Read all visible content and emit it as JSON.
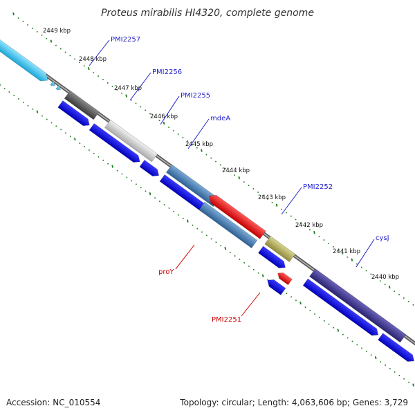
{
  "title": "Proteus mirabilis HI4320, complete genome",
  "footer": {
    "accession": "Accession: NC_010554",
    "summary": "Topology: circular; Length: 4,063,606 bp; Genes: 3,729"
  },
  "colors": {
    "backbone": "#7a7a7a",
    "tick": "#1f7a1f",
    "label_blue": "#2222cc",
    "label_red": "#cc0000",
    "cds": "#1515dd"
  },
  "kbp_ticks": [
    {
      "kbp": 2449,
      "label": "2449 kbp"
    },
    {
      "kbp": 2448,
      "label": "2448 kbp"
    },
    {
      "kbp": 2447,
      "label": "2447 kbp"
    },
    {
      "kbp": 2446,
      "label": "2446 kbp"
    },
    {
      "kbp": 2445,
      "label": "2445 kbp"
    },
    {
      "kbp": 2444,
      "label": "2444 kbp"
    },
    {
      "kbp": 2443,
      "label": "2443 kbp"
    },
    {
      "kbp": 2442,
      "label": "2442 kbp"
    },
    {
      "kbp": 2441,
      "label": "2441 kbp"
    },
    {
      "kbp": 2440,
      "label": "2440 kbp"
    }
  ],
  "gene_labels": [
    {
      "name": "PMI2257",
      "color": "blue"
    },
    {
      "name": "PMI2256",
      "color": "blue"
    },
    {
      "name": "PMI2255",
      "color": "blue"
    },
    {
      "name": "mdeA",
      "color": "blue"
    },
    {
      "name": "PMI2252",
      "color": "blue"
    },
    {
      "name": "cysJ",
      "color": "blue"
    },
    {
      "name": "proY",
      "color": "red"
    },
    {
      "name": "PMI2251",
      "color": "red"
    }
  ]
}
